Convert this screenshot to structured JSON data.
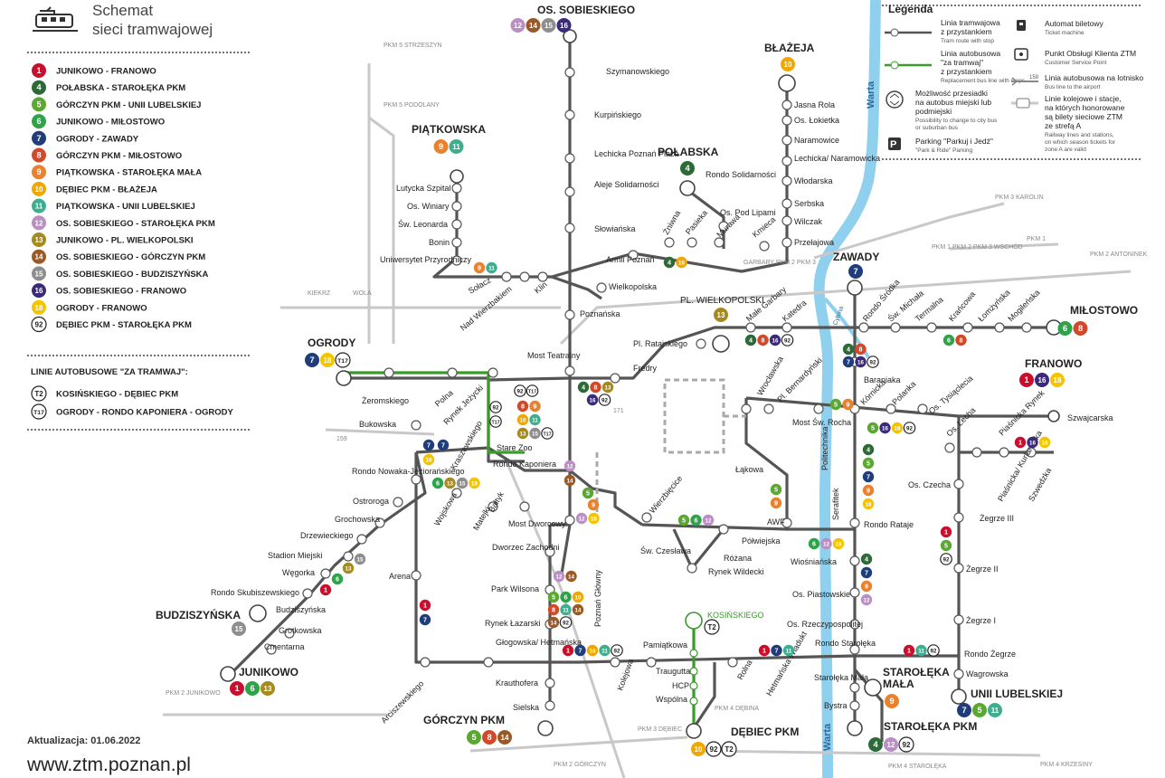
{
  "header": {
    "title_line1": "Schemat",
    "title_line2": "sieci tramwajowej"
  },
  "colors": {
    "track": "#555555",
    "bus": "#3a9a2a",
    "river": "#8fd0ef",
    "rail": "#c8c8c8",
    "station": "#666666"
  },
  "routes": [
    {
      "num": "1",
      "name": "JUNIKOWO - FRANOWO",
      "color": "#c8102e"
    },
    {
      "num": "4",
      "name": "POŁABSKA - STAROŁĘKA PKM",
      "color": "#2e6a38"
    },
    {
      "num": "5",
      "name": "GÓRCZYN PKM - UNII LUBELSKIEJ",
      "color": "#5aa832"
    },
    {
      "num": "6",
      "name": "JUNIKOWO - MIŁOSTOWO",
      "color": "#2ea34a"
    },
    {
      "num": "7",
      "name": "OGRODY - ZAWADY",
      "color": "#1f3d7a"
    },
    {
      "num": "8",
      "name": "GÓRCZYN PKM - MIŁOSTOWO",
      "color": "#d2492a"
    },
    {
      "num": "9",
      "name": "PIĄTKOWSKA - STAROŁĘKA MAŁA",
      "color": "#e8822e"
    },
    {
      "num": "10",
      "name": "DĘBIEC PKM - BŁAŻEJA",
      "color": "#f0a800"
    },
    {
      "num": "11",
      "name": "PIĄTKOWSKA - UNII LUBELSKIEJ",
      "color": "#3fae8e"
    },
    {
      "num": "12",
      "name": "OS. SOBIESKIEGO - STAROŁĘKA PKM",
      "color": "#b98fc4"
    },
    {
      "num": "13",
      "name": "JUNIKOWO - PL. WIELKOPOLSKI",
      "color": "#a58a1e"
    },
    {
      "num": "14",
      "name": "OS. SOBIESKIEGO - GÓRCZYN PKM",
      "color": "#9a5a28"
    },
    {
      "num": "15",
      "name": "OS. SOBIESKIEGO - BUDZISZYŃSKA",
      "color": "#8e8e8e"
    },
    {
      "num": "16",
      "name": "OS. SOBIESKIEGO - FRANOWO",
      "color": "#3b2a7a"
    },
    {
      "num": "18",
      "name": "OGRODY - FRANOWO",
      "color": "#f5c400"
    },
    {
      "num": "92",
      "name": "DĘBIEC PKM - STAROŁĘKA PKM",
      "color": "#ffffff"
    }
  ],
  "bus_heading": "LINIE AUTOBUSOWE \"ZA TRAMWAJ\":",
  "bus_routes": [
    {
      "num": "T2",
      "name": "KOSIŃSKIEGO - DĘBIEC PKM"
    },
    {
      "num": "T17",
      "name": "OGRODY - RONDO KAPONIERA - OGRODY"
    }
  ],
  "update_text": "Aktualizacja: 01.06.2022",
  "website": "www.ztm.poznan.pl",
  "legend": {
    "title": "Legenda",
    "tram_pl1": "Linia tramwajowa",
    "tram_pl2": "z przystankiem",
    "tram_en": "Tram route with stop",
    "bus_pl1": "Linia autobusowa",
    "bus_pl2": "\"za tramwaj\"",
    "bus_pl3": "z przystankiem",
    "bus_en": "Replacement bus line with stops",
    "change_pl1": "Możliwość przesiadki",
    "change_pl2": "na autobus miejski lub",
    "change_pl3": "podmiejski",
    "change_en1": "Possibility to change to city bus",
    "change_en2": "or suburban bus",
    "parking_pl": "Parking \"Parkuj i Jedź\"",
    "parking_en": "\"Park & Ride\" Parking",
    "ticket_pl": "Automat biletowy",
    "ticket_en": "Ticket machine",
    "poc_pl": "Punkt Obsługi Klienta ZTM",
    "poc_en": "Customer Service Point",
    "airport_pl1": "Linia autobusowa na lotnisko",
    "airport_en": "Bus line to the airport",
    "airport_num": "159",
    "rail_pl1": "Linie kolejowe i stacje,",
    "rail_pl2": "na których honorowane",
    "rail_pl3": "są bilety sieciowe ZTM",
    "rail_pl4": "ze strefą A",
    "rail_en1": "Railway lines and stations,",
    "rail_en2": "on which season tickets for",
    "rail_en3": "zone A are valid"
  },
  "river": {
    "name_top": "Warta",
    "name_bottom": "Warta",
    "cybina": "Cybina"
  },
  "terminals": [
    {
      "name": "OS. SOBIESKIEGO",
      "lines": [
        "12",
        "14",
        "15",
        "16"
      ]
    },
    {
      "name": "BŁAŻEJA",
      "lines": [
        "10"
      ]
    },
    {
      "name": "PIĄTKOWSKA",
      "lines": [
        "9",
        "11"
      ]
    },
    {
      "name": "POŁABSKA",
      "lines": [
        "4"
      ]
    },
    {
      "name": "ZAWADY",
      "lines": [
        "7"
      ]
    },
    {
      "name": "PL. WIELKOPOLSKI",
      "lines": [
        "13"
      ]
    },
    {
      "name": "MIŁOSTOWO",
      "lines": [
        "6",
        "8"
      ]
    },
    {
      "name": "FRANOWO",
      "lines": [
        "1",
        "16",
        "18"
      ]
    },
    {
      "name": "OGRODY",
      "lines": [
        "7",
        "18",
        "T17"
      ]
    },
    {
      "name": "BUDZISZYŃSKA",
      "lines": [
        "15"
      ]
    },
    {
      "name": "JUNIKOWO",
      "lines": [
        "1",
        "6",
        "13"
      ]
    },
    {
      "name": "GÓRCZYN PKM",
      "lines": [
        "5",
        "8",
        "14"
      ]
    },
    {
      "name": "DĘBIEC PKM",
      "lines": [
        "10",
        "92",
        "T2"
      ]
    },
    {
      "name": "STAROŁĘKA PKM",
      "lines": [
        "4",
        "12",
        "92"
      ]
    },
    {
      "name": "UNII LUBELSKIEJ",
      "lines": [
        "7",
        "5",
        "11"
      ]
    },
    {
      "name": "STAROŁĘKA",
      "name2": "MAŁA",
      "lines": [
        "9"
      ]
    },
    {
      "name": "KOSIŃSKIEGO",
      "lines": [
        "T2"
      ]
    }
  ],
  "stops": [
    "Szymanowskiego",
    "Kurpińskiego",
    "Lechicka Poznań Plaza",
    "Aleje Solidarności",
    "Słowiańska",
    "Jasna Rola",
    "Os. Łokietka",
    "Naramowice",
    "Lechicka/ Naramowicka",
    "Włodarska",
    "Serbska",
    "Wilczak",
    "Przełajowa",
    "Rondo Solidarności",
    "Os. Pod Lipami",
    "Murawa",
    "Żniwna",
    "Pasieka",
    "Kmieca",
    "Armii Poznań",
    "Wielkopolska",
    "Lutycka Szpital",
    "Os. Winiary",
    "Św. Leonarda",
    "Bonin",
    "Uniwersytet Przyrodniczy",
    "Sołacz",
    "Nad Wierzbakiem",
    "Klin",
    "Poznańska",
    "Most Teatralny",
    "Fredry",
    "Pl. Ratajskiego",
    "Małe Garbary",
    "Katedra",
    "Rondo Śródka",
    "Św. Michała",
    "Termalna",
    "Krańcowa",
    "Łomżyńska",
    "Mogileńska",
    "Żeromskiego",
    "Polna",
    "Rynek Jeżycki",
    "Bukowska",
    "Stare Zoo",
    "Rondo Kaponiera",
    "Rondo Nowaka-Jeziorańskiego",
    "Kraszewskiego",
    "Ostroroga",
    "Grochowska",
    "Drzewieckiego",
    "Stadion Miejski",
    "Węgorka",
    "Rondo Skubiszewskiego",
    "Budziszyńska",
    "Grotkowska",
    "Cmentarna",
    "Wojskowa",
    "Matejki",
    "Bałtyk",
    "Most Dworcowy",
    "Dworzec Zachodni",
    "Park Wilsona",
    "Rynek Łazarski",
    "Głogowska/ Hetmańska",
    "Krauthofera",
    "Sielska",
    "Arena",
    "Arciszewskiego",
    "Poznań Główny",
    "Wierzbięcice",
    "Św. Czesława",
    "Różana",
    "Rynek Wildecki",
    "Półwiejska",
    "Pamiątkowa",
    "Traugutta",
    "HCP",
    "Wspólna",
    "Kolejowa",
    "Rolna",
    "Hetmańska Wiadukt",
    "Wrocławska",
    "Pl. Bernardyński",
    "Most Św. Rocha",
    "Łąkowa",
    "AWF",
    "Politechnika",
    "Baraniaka",
    "Kórnicka",
    "Polanka",
    "Os. Tysiąclecia",
    "Os. Lecha",
    "Piaśnicka Rynek",
    "Szwajcarska",
    "Os. Czecha",
    "Piaśnicka/ Kurlandzka",
    "Szwedzka",
    "Żegrze III",
    "Żegrze II",
    "Żegrze I",
    "Rondo Żegrze",
    "Wagrowska",
    "Serafitek",
    "Rondo Rataje",
    "Wiośniańska",
    "Os. Piastowskie",
    "Os. Rzeczypospolitej",
    "Rondo Starołęka",
    "Starołęka Mała",
    "Bystra"
  ],
  "pkm": [
    "PKM 5 STRZESZYN",
    "PKM 5 PODOLANY",
    "PKM 3 KAROLIN",
    "PKM 1 PKM 2 PKM 3 WSCHÓD",
    "PKM 1",
    "PKM 2 ANTONINEK",
    "GARBARY PKM 2 PKM 3",
    "KIEKRZ",
    "WOLA",
    "PKM 2 JUNIKOWO",
    "PKM 2 GÓRCZYN",
    "PKM 3 DĘBIEC",
    "PKM 4 DĘBINA",
    "PKM 4 STAROŁĘKA",
    "PKM 4 KRZESINY"
  ],
  "bus_numbers": [
    "159",
    "171"
  ]
}
